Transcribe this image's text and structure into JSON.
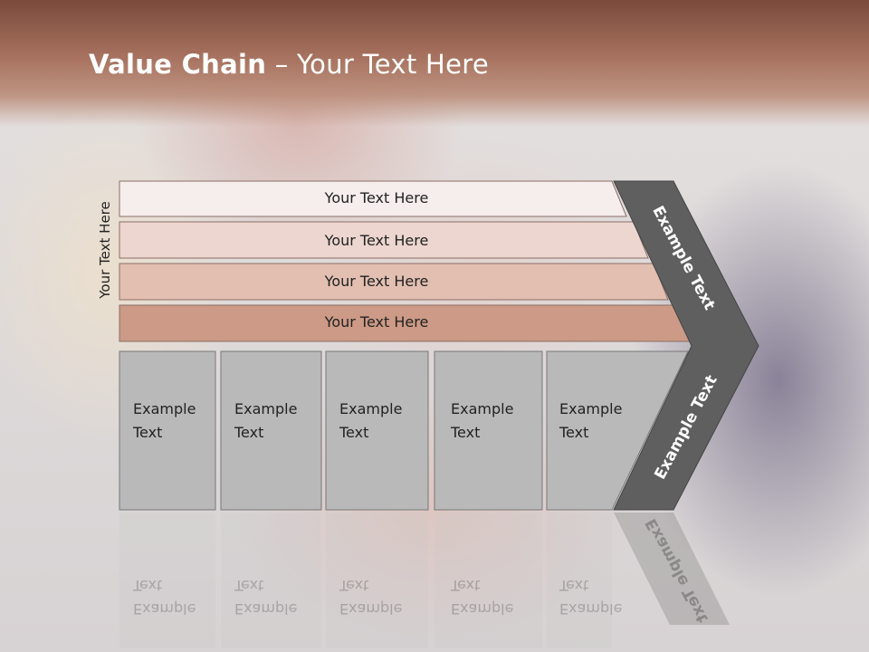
{
  "header": {
    "title_bold": "Value Chain",
    "title_rest": " – Your Text Here"
  },
  "side_label": "Your Text Here",
  "bars": [
    {
      "label": "Your Text Here",
      "color": "#f6eeec"
    },
    {
      "label": "Your Text Here",
      "color": "#ecd6cf"
    },
    {
      "label": "Your Text Here",
      "color": "#e2bfb1"
    },
    {
      "label": "Your Text Here",
      "color": "#cc9a86"
    }
  ],
  "boxes": [
    {
      "line1": "Example",
      "line2": "Text"
    },
    {
      "line1": "Example",
      "line2": "Text"
    },
    {
      "line1": "Example",
      "line2": "Text"
    },
    {
      "line1": "Example",
      "line2": "Text"
    },
    {
      "line1": "Example",
      "line2": "Text"
    }
  ],
  "chevron": {
    "top_label": "Example Text",
    "bottom_label": "Example Text",
    "color": "#5f5f5f"
  },
  "colors": {
    "header": "#a7725f",
    "box_fill": "#b9b9b9"
  }
}
